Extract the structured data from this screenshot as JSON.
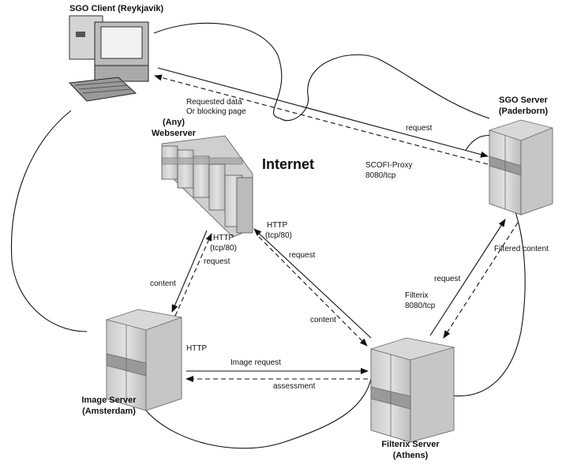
{
  "title": "Internet",
  "nodes": {
    "client": {
      "line1": "SGO Client (Reykjavik)"
    },
    "sgo_server": {
      "line1": "SGO Server",
      "line2": "(Paderborn)"
    },
    "webserver": {
      "line1": "(Any)",
      "line2": "Webserver"
    },
    "image_server": {
      "line1": "Image Server",
      "line2": "(Amsterdam)"
    },
    "filterix_server": {
      "line1": "Filterix Server",
      "line2": "(Athens)"
    }
  },
  "labels": {
    "requested_data": "Requested data",
    "blocking_page": "Or blocking page",
    "request_client_sgo": "request",
    "scofi_proxy": "SCOFI-Proxy",
    "proxy_port": "8080/tcp",
    "http_left": "HTTP",
    "tcp80_left": "(tcp/80)",
    "request_left": "request",
    "content_left": "content",
    "http_right": "HTTP",
    "tcp80_right": "(tcp/80)",
    "request_right": "request",
    "content_right": "content",
    "filtered_content": "Filtered content",
    "request_filterix": "request",
    "filterix": "Filterix",
    "filterix_port": "8080/tcp",
    "http_image": "HTTP",
    "image_request": "Image request",
    "assessment": "assessment"
  }
}
